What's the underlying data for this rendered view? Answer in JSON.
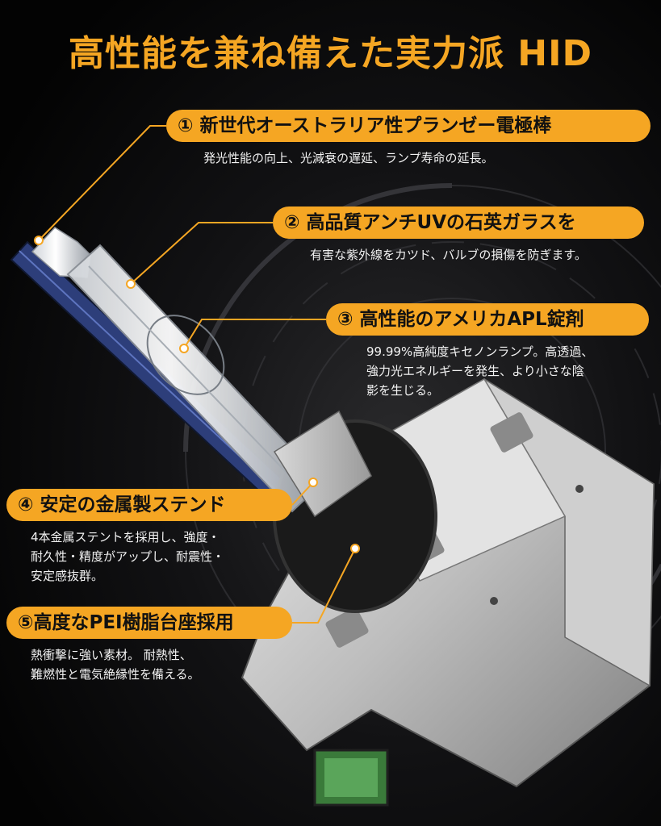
{
  "title": "高性能を兼ね備えた実力派 HID",
  "features": [
    {
      "label": "① 新世代オーストラリア性プランゼー電極棒",
      "desc": [
        "発光性能の向上、光減衰の遅延、ランプ寿命の延長。"
      ]
    },
    {
      "label": "② 高品質アンチUVの石英ガラスを",
      "desc": [
        "有害な紫外線をカツド、バルブの損傷を防ぎます。"
      ]
    },
    {
      "label": "③ 高性能のアメリカAPL錠剤",
      "desc": [
        "99.99%高純度キセノンランプ。高透過、",
        "強力光エネルギーを発生、より小さな陰",
        "影を生じる。"
      ]
    },
    {
      "label": "④ 安定の金属製ステンド",
      "desc": [
        "4本金属ステントを採用し、強度・",
        "耐久性・精度がアップし、耐震性・",
        "安定感抜群。"
      ]
    },
    {
      "label": "⑤高度なPEI樹脂台座採用",
      "desc": [
        "熱衝撃に強い素材。 耐熱性、",
        "難燃性と電気絶縁性を備える。"
      ]
    }
  ],
  "colors": {
    "accent": "#f5a623",
    "background": "#050505",
    "text": "#f2f2f2"
  },
  "image": {
    "subject": "hid-bulb-icon"
  }
}
